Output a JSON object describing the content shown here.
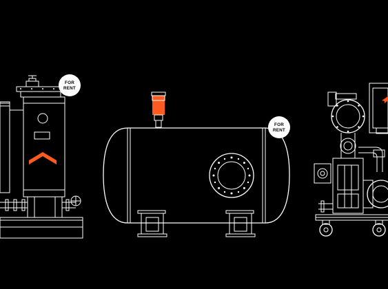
{
  "badges": {
    "left_line1": "FOR",
    "left_line2": "RENT",
    "center_line1": "FOR",
    "center_line2": "RENT"
  },
  "colors": {
    "background": "#000000",
    "line": "#ffffff",
    "accent": "#ff5a1f"
  },
  "icons": {
    "left_marker": "chevron-up-icon",
    "right_marker": "chevron-up-icon"
  }
}
